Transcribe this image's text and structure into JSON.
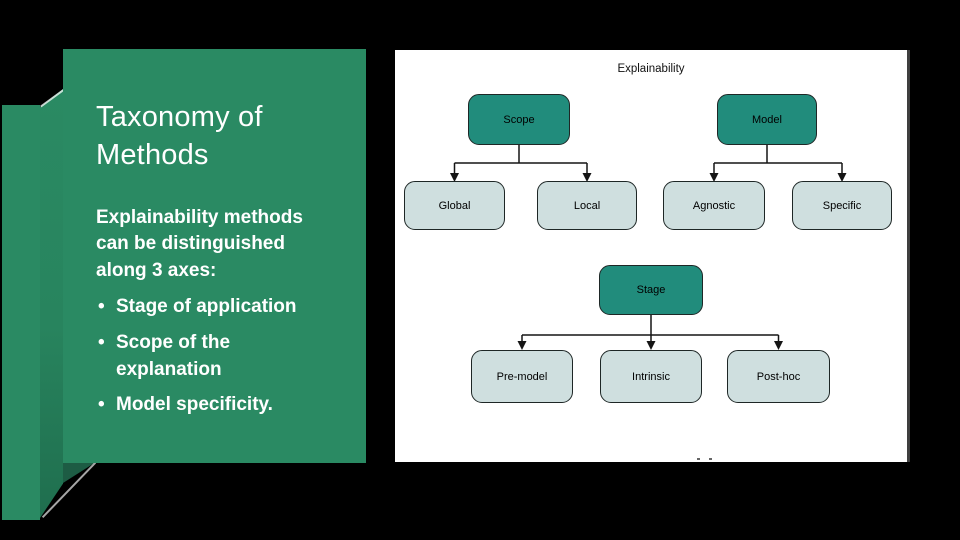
{
  "slide": {
    "title": "Taxonomy of Methods",
    "intro": "Explainability methods can be distinguished along 3 axes:",
    "bullets": [
      "Stage of application",
      "Scope of the explanation",
      "Model specificity."
    ]
  },
  "diagram": {
    "title": "Explainability",
    "trees": [
      {
        "parent": "Scope",
        "children": [
          "Global",
          "Local"
        ]
      },
      {
        "parent": "Model",
        "children": [
          "Agnostic",
          "Specific"
        ]
      },
      {
        "parent": "Stage",
        "children": [
          "Pre-model",
          "Intrinsic",
          "Post-hoc"
        ]
      }
    ]
  },
  "colors": {
    "background": "#000000",
    "panel_green": "#2a8a63",
    "ribbon_dark_green": "#1d5c44",
    "parent_node_fill": "#218c7c",
    "child_node_fill": "#cfdfdf",
    "diagram_background": "#ffffff",
    "text_on_panel": "#ffffff",
    "text_on_nodes": "#000000"
  }
}
